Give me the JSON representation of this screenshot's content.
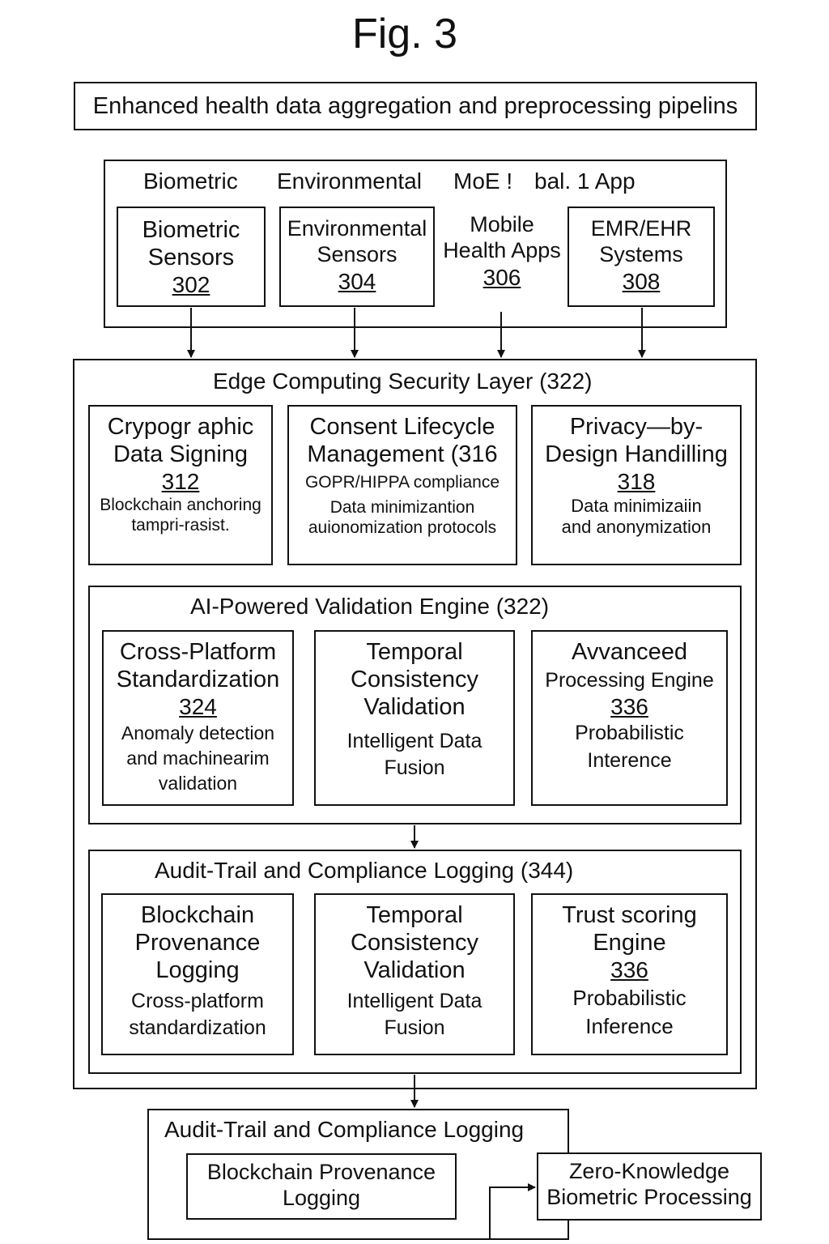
{
  "figure_title": "Fig. 3",
  "pipeline_title": "Enhanced health data aggregation and preprocessing pipelins",
  "sources": {
    "header_labels": [
      "Biometric",
      "Environmental",
      "MoE !",
      "bal. 1 App"
    ],
    "items": [
      {
        "line1": "Biometric",
        "line2": "Sensors",
        "ref": "302"
      },
      {
        "line1": "Environmental",
        "line2": "Sensors",
        "ref": "304"
      },
      {
        "line1": "Mobile",
        "line2": "Health Apps",
        "ref": "306"
      },
      {
        "line1": "EMR/EHR",
        "line2": "Systems",
        "ref": "308"
      }
    ]
  },
  "edge_layer": {
    "title": "Edge Computing Security Layer (322)",
    "modules": [
      {
        "line1": "Crypogr aphic",
        "line2": "Data Signing",
        "ref": "312",
        "detail1": "Blockchain anchoring",
        "detail2": "tampri-rasist."
      },
      {
        "line1": "Consent Lifecycle",
        "line2": "Management (316",
        "detail1": "GOPR/HIPPA compliance",
        "detail2": "Data minimizantion",
        "detail3": "auionomization protocols"
      },
      {
        "line1": "Privacy—by-",
        "line2": "Design Handilling",
        "ref": "318",
        "detail1": "Data minimizaiin",
        "detail2": "and anonymization"
      }
    ]
  },
  "validation_engine": {
    "title": "AI-Powered Validation Engine  (322)",
    "modules": [
      {
        "line1": "Cross-Platform",
        "line2": "Standardization",
        "ref": "324",
        "detail1": "Anomaly detection",
        "detail2": "and machinearim",
        "detail3": "validation"
      },
      {
        "line1": "Temporal",
        "line2": "Consistency",
        "line3": "Validation",
        "detail1": "Intelligent Data",
        "detail2": "Fusion"
      },
      {
        "line1": "Avvanceed",
        "line2": "Processing Engine",
        "ref": "336",
        "detail1": "Probabilistic",
        "detail2": "Interence"
      }
    ]
  },
  "audit_logging": {
    "title": "Audit-Trail and Compliance Logging (344)",
    "modules": [
      {
        "line1": "Blockchain",
        "line2": "Provenance",
        "line3": "Logging",
        "detail1": "Cross-platform",
        "detail2": "standardization"
      },
      {
        "line1": "Temporal",
        "line2": "Consistency",
        "line3": "Validation",
        "detail1": "Intelligent Data",
        "detail2": "Fusion"
      },
      {
        "line1": "Trust scoring",
        "line2": "Engine",
        "ref": "336",
        "detail1": "Probabilistic",
        "detail2": "Inference"
      }
    ]
  },
  "bottom_logging": {
    "title": "Audit-Trail and Compliance Logging",
    "provenance_line1": "Blockchain Provenance",
    "provenance_line2": "Logging",
    "zk_line1": "Zero-Knowledge",
    "zk_line2": "Biometric Processing"
  }
}
